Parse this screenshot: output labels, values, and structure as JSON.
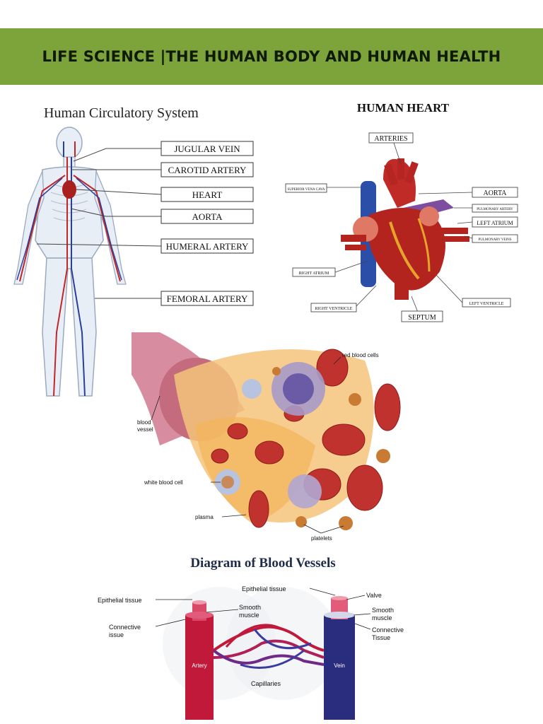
{
  "banner": {
    "title": "LIFE SCIENCE |THE HUMAN BODY AND HUMAN HEALTH",
    "bg_color": "#7ca43a"
  },
  "circulatory": {
    "title": "Human Circulatory System",
    "labels": [
      "JUGULAR VEIN",
      "CAROTID ARTERY",
      "HEART",
      "AORTA",
      "HUMERAL ARTERY",
      "FEMORAL ARTERY"
    ]
  },
  "heart": {
    "title": "HUMAN HEART",
    "labels": {
      "arteries": "ARTERIES",
      "superior_vena_cava": "SUPERIOR VENA CAVA",
      "aorta": "AORTA",
      "pulmonary_artery": "PULMONARY ARTERY",
      "left_atrium": "LEFT ATRIUM",
      "pulmonary_veins": "PULMONARY VEINS",
      "right_atrium": "RIGHT ATRIUM",
      "right_ventricle": "RIGHT VENTRICLE",
      "septum": "SEPTUM",
      "left_ventricle": "LEFT VENTRICLE"
    }
  },
  "blood": {
    "labels": {
      "red_blood_cells": "red blood cells",
      "blood_vessel": "blood\nvessel",
      "white_blood_cell": "white blood cell",
      "plasma": "plasma",
      "platelets": "platelets"
    }
  },
  "vessels": {
    "title": "Diagram of Blood Vessels",
    "labels": {
      "epithelial_left": "Epithelial tissue",
      "smooth_left": "Smooth\nmuscle",
      "connective_left": "Connective\nissue",
      "epithelial_right": "Epithelial tissue",
      "valve": "Valve",
      "smooth_right": "Smooth\nmuscle",
      "connective_right": "Connective\nTissue",
      "artery": "Artery",
      "vein": "Vein",
      "capillaries": "Capillaries"
    }
  }
}
